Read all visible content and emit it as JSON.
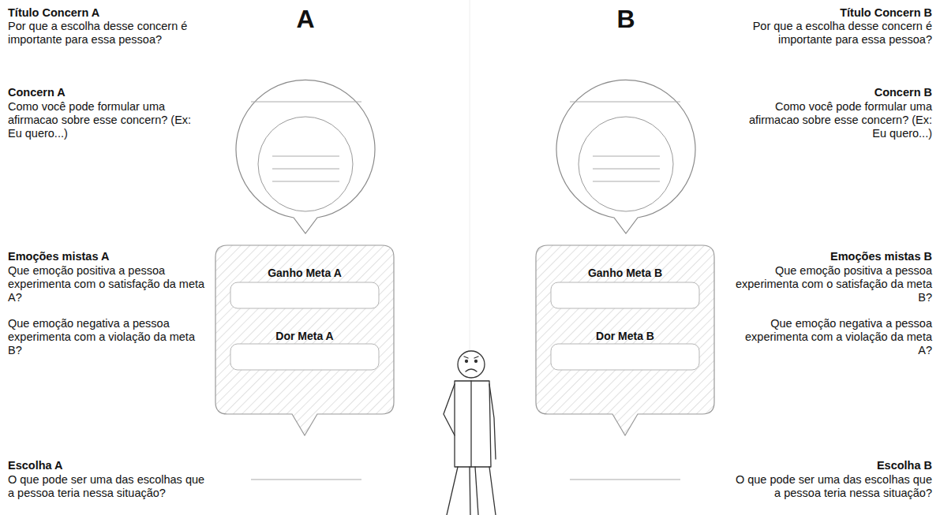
{
  "diagram": {
    "nodes": [
      {
        "text": [
          "Ganho Meta A",
          "Dor Meta A"
        ]
      },
      {
        "text": [
          "Ganho Meta B",
          "Dor Meta B"
        ]
      }
    ],
    "labels": [
      "A",
      "Título Concern A",
      "Por que a escolha desse concern é importante para essa pessoa?",
      "Concern A",
      "Como você pode formular uma afirmacao sobre esse concern? (Ex: Eu quero...)",
      "Emoções mistas A",
      "Que emoção positiva a pessoa experimenta com o satisfação da meta A?",
      "Que emoção negativa a pessoa experimenta com a violação da meta B?",
      "Escolha A",
      "O que pode ser uma das escolhas que a pessoa teria nessa situação?",
      "B",
      "Título Concern B",
      "Por que a escolha desse concern é importante para essa pessoa?",
      "Concern B",
      "Como você pode formular uma afirmacao sobre esse concern? (Ex: Eu quero...)",
      "Emoções mistas B",
      "Que emoção positiva a pessoa experimenta com o satisfação da meta B?",
      "Que emoção negativa a pessoa experimenta com a violação da meta A?",
      "Escolha B",
      "O que pode ser uma das escolhas que a pessoa teria nessa situação?"
    ]
  }
}
